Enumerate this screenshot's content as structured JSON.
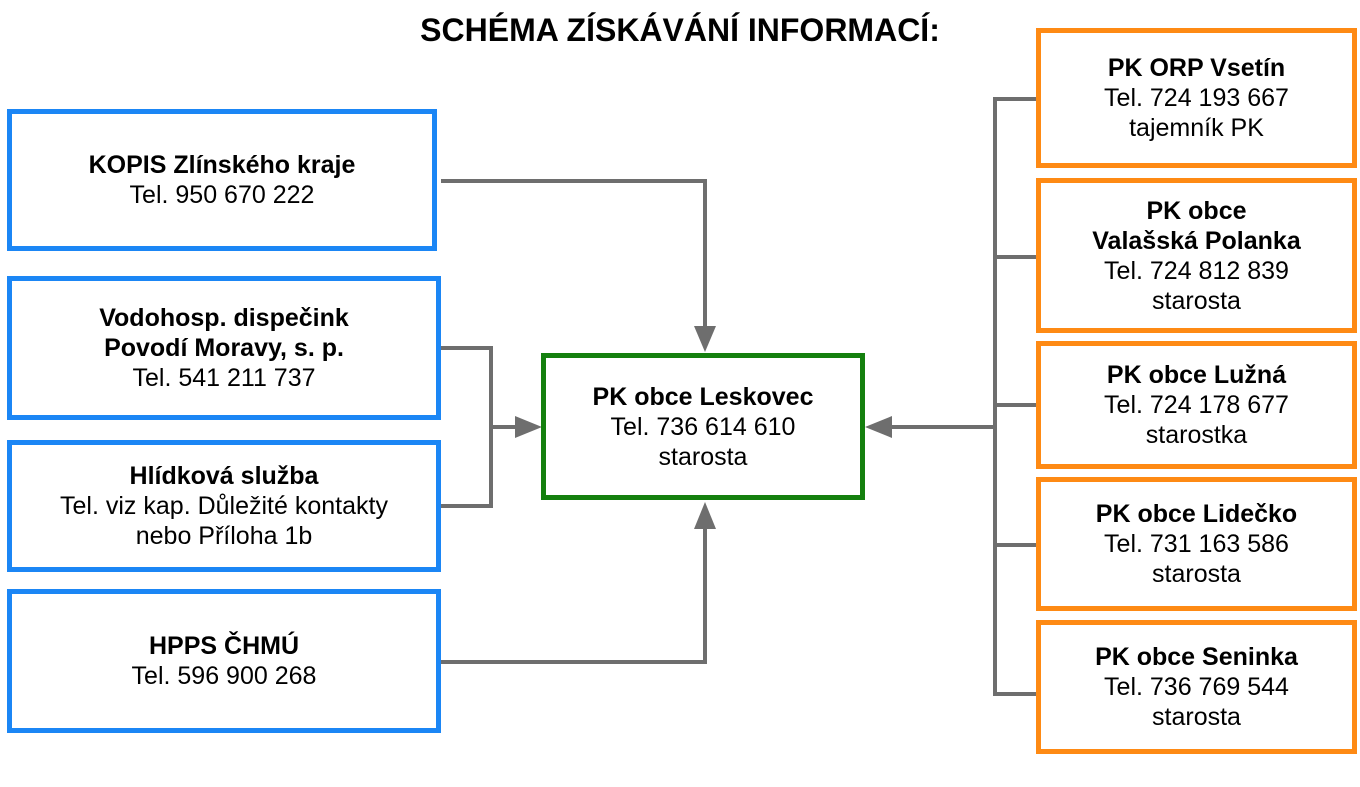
{
  "title": "SCHÉMA ZÍSKÁVÁNÍ INFORMACÍ:",
  "colors": {
    "left_border": "#1b86f5",
    "center_border": "#14800e",
    "right_border": "#fe8a14",
    "connector": "#6e6e6e"
  },
  "left_sources": [
    {
      "name_lines": [
        "KOPIS Zlínského kraje"
      ],
      "lines": [
        "Tel. 950 670 222"
      ]
    },
    {
      "name_lines": [
        "Vodohosp. dispečink",
        "Povodí Moravy, s. p."
      ],
      "lines": [
        "Tel. 541 211 737"
      ]
    },
    {
      "name_lines": [
        "Hlídková služba"
      ],
      "lines": [
        "Tel. viz kap. Důležité kontakty",
        "nebo Příloha 1b"
      ]
    },
    {
      "name_lines": [
        "HPPS ČHMÚ"
      ],
      "lines": [
        "Tel. 596 900 268"
      ]
    }
  ],
  "center": {
    "name_lines": [
      "PK obce Leskovec"
    ],
    "lines": [
      "Tel. 736 614 610",
      "starosta"
    ]
  },
  "right_sources": [
    {
      "name_lines": [
        "PK ORP Vsetín"
      ],
      "lines": [
        "Tel. 724 193 667",
        "tajemník PK"
      ]
    },
    {
      "name_lines": [
        "PK obce",
        "Valašská Polanka"
      ],
      "lines": [
        "Tel. 724 812 839",
        "starosta"
      ]
    },
    {
      "name_lines": [
        "PK obce Lužná"
      ],
      "lines": [
        "Tel. 724 178 677",
        "starostka"
      ]
    },
    {
      "name_lines": [
        "PK obce Lidečko"
      ],
      "lines": [
        "Tel. 731 163 586",
        "starosta"
      ]
    },
    {
      "name_lines": [
        "PK obce Seninka"
      ],
      "lines": [
        "Tel. 736 769 544",
        "starosta"
      ]
    }
  ]
}
